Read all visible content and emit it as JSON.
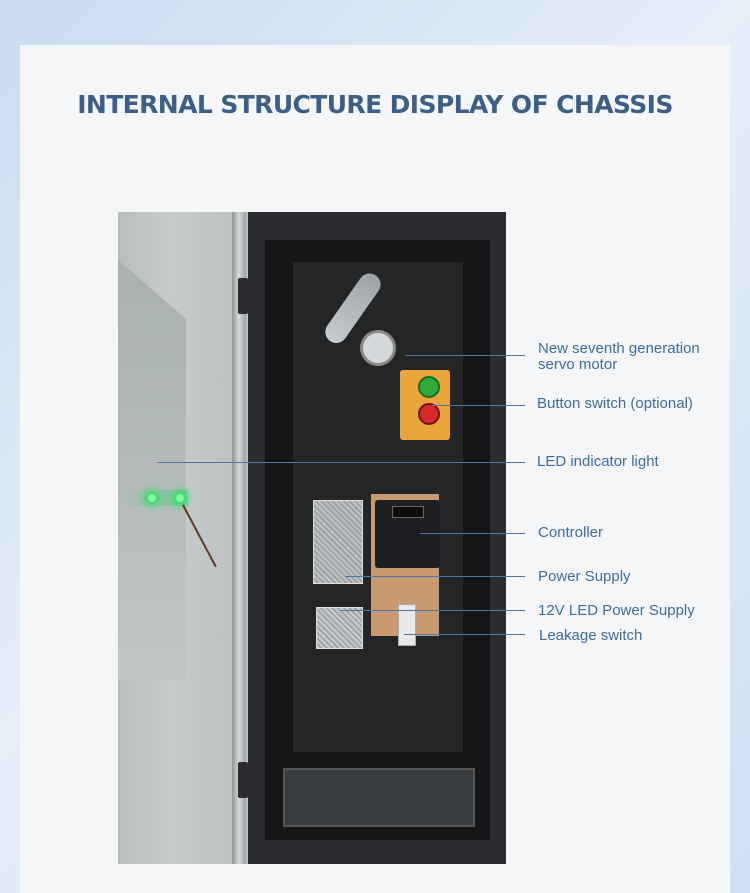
{
  "title": "INTERNAL STRUCTURE DISPLAY OF CHASSIS",
  "callouts": [
    "New seventh generation",
    "servo motor",
    "Button switch (optional)",
    "LED indicator light",
    "Controller",
    "Power Supply",
    "12V LED Power Supply",
    "Leakage switch"
  ],
  "colors": {
    "title": "#3d5f85",
    "label": "#3f6d9c",
    "callout_line": "#4a78a8",
    "card": "#f5f6f7"
  }
}
